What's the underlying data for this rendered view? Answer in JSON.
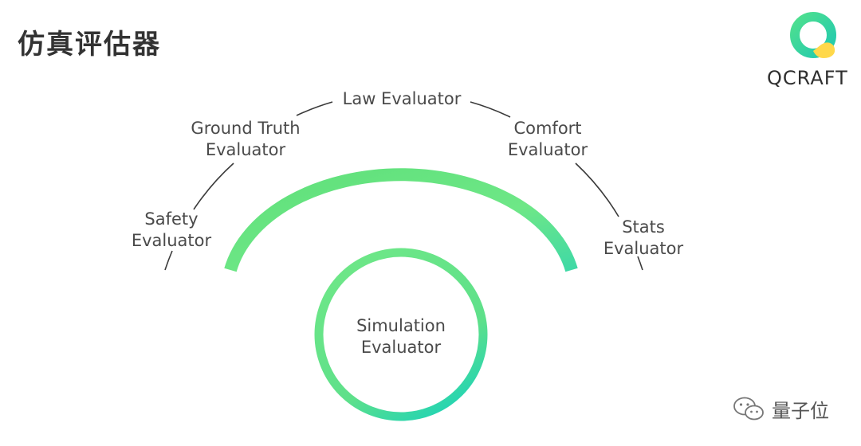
{
  "slide": {
    "title": "仿真评估器",
    "brand": "QCRAFT",
    "watermark": "量子位"
  },
  "diagram": {
    "center": {
      "line1": "Simulation",
      "line2": "Evaluator"
    },
    "evaluators": [
      {
        "line1": "Safety",
        "line2": "Evaluator"
      },
      {
        "line1": "Ground Truth",
        "line2": "Evaluator"
      },
      {
        "line1": "Law Evaluator",
        "line2": ""
      },
      {
        "line1": "Comfort",
        "line2": "Evaluator"
      },
      {
        "line1": "Stats",
        "line2": "Evaluator"
      }
    ]
  },
  "colors": {
    "arc_start": "#5fe07a",
    "arc_end": "#29d6b4",
    "connector": "#3a3a3a",
    "logo_green": "#3ddc84",
    "logo_yellow": "#ffd84a"
  }
}
